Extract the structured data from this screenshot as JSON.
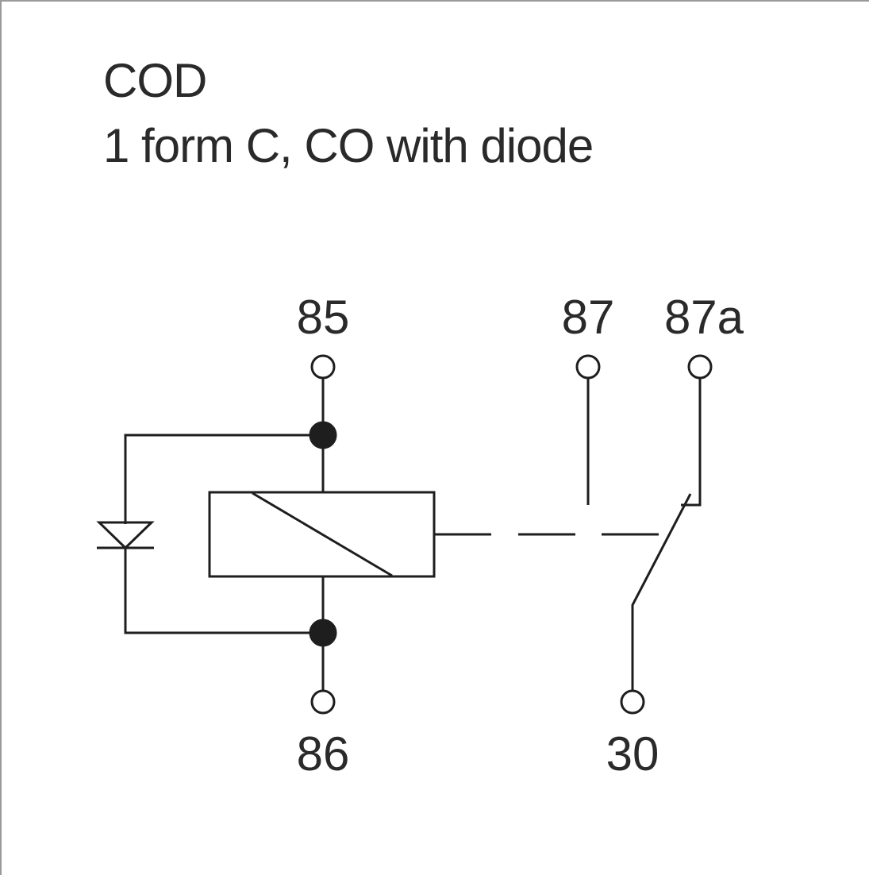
{
  "header": {
    "code": "COD",
    "description": "1 form C, CO with diode"
  },
  "pins": {
    "p85": "85",
    "p86": "86",
    "p87": "87",
    "p87a": "87a",
    "p30": "30"
  },
  "colors": {
    "ink": "#2a2a2a",
    "line": "#1e1e1e",
    "frame": "#9a9a9a",
    "background": "#ffffff"
  }
}
